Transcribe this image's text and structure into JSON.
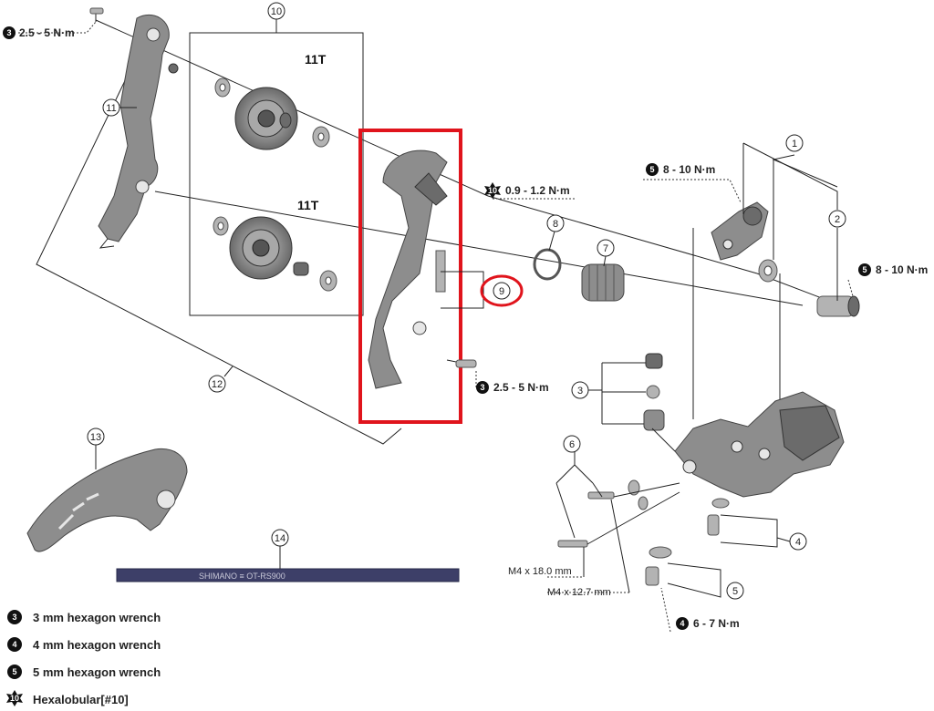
{
  "callouts": {
    "c1": "1",
    "c2": "2",
    "c3": "3",
    "c4": "4",
    "c5": "5",
    "c6": "6",
    "c7": "7",
    "c8": "8",
    "c9": "9",
    "c10": "10",
    "c11": "11",
    "c12": "12",
    "c13": "13",
    "c14": "14"
  },
  "torque": {
    "top_left": {
      "tool": "3",
      "value": "2.5 - 5 N·m"
    },
    "hexalobular": {
      "tool": "10",
      "value": "0.9 - 1.2 N·m"
    },
    "mid_bolt": {
      "tool": "3",
      "value": "2.5 - 5 N·m"
    },
    "bracket": {
      "tool": "5",
      "value": "8 - 10 N·m"
    },
    "right_bolt": {
      "tool": "5",
      "value": "8 - 10 N·m"
    },
    "bottom": {
      "tool": "4",
      "value": "6 - 7 N·m"
    }
  },
  "pulleys": {
    "upper": "11T",
    "lower": "11T"
  },
  "screws": {
    "long": "M4 x 18.0 mm",
    "short": "M4 x 12.7 mm"
  },
  "cable_print": "SHIMANO ≡ OT-RS900",
  "legend": [
    {
      "icon": "3",
      "label": "3 mm hexagon wrench"
    },
    {
      "icon": "4",
      "label": "4 mm hexagon wrench"
    },
    {
      "icon": "5",
      "label": "5 mm hexagon wrench"
    },
    {
      "icon": "10",
      "label": "Hexalobular[#10]"
    }
  ],
  "colors": {
    "highlight": "#e0141c",
    "part": "#8d8d8d",
    "line": "#222222"
  }
}
